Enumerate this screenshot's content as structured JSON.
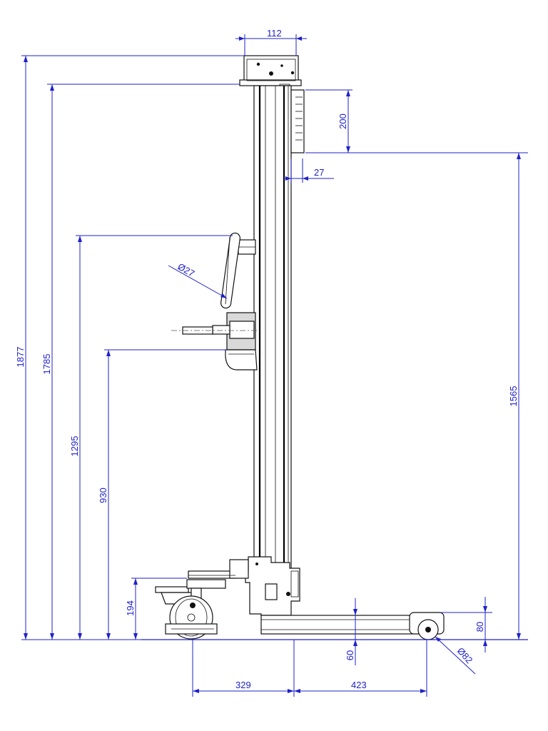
{
  "dimensions": {
    "top_width": "112",
    "overall_height": "1877",
    "column_height": "1785",
    "handle_height": "1295",
    "platform_height": "930",
    "caster_height": "194",
    "bracket_height": "200",
    "column_offset": "27",
    "bracket_top_height": "1565",
    "handle_diameter": "Ø27",
    "base_height": "80",
    "ground_clearance": "60",
    "front_wheel_diameter": "Ø82",
    "rear_length": "329",
    "front_length": "423"
  }
}
